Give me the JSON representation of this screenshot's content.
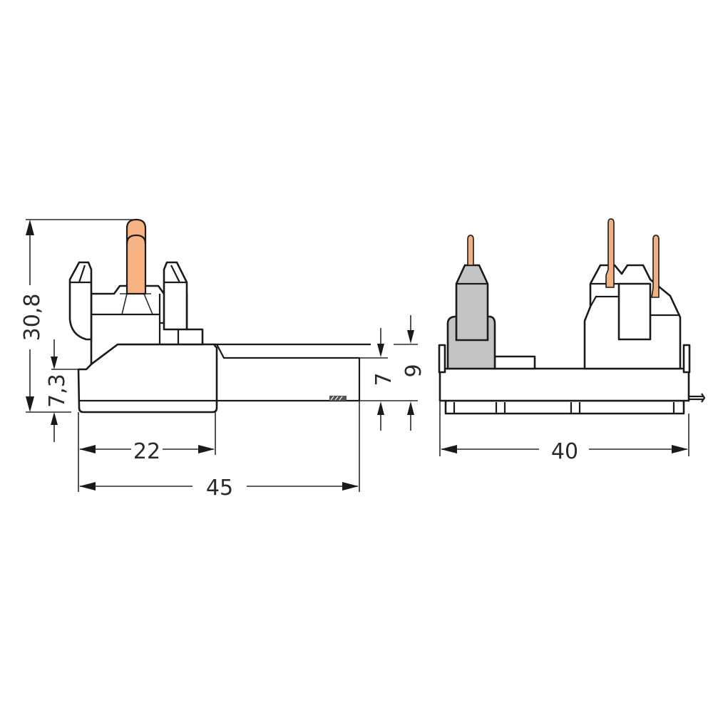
{
  "drawing": {
    "type": "technical dimension drawing",
    "units": "mm",
    "colors": {
      "outline": "#1a1a1a",
      "pin": "#f7b383",
      "housing_grey": "#c4c4c4",
      "background": "#ffffff"
    },
    "side_view": {
      "dimensions": {
        "total_height": "30,8",
        "base_height": "7,3",
        "body_length": "22",
        "total_length": "45",
        "tail_inner_height": "7",
        "tail_outer_height": "9"
      }
    },
    "front_view": {
      "dimensions": {
        "width": "40"
      }
    }
  }
}
